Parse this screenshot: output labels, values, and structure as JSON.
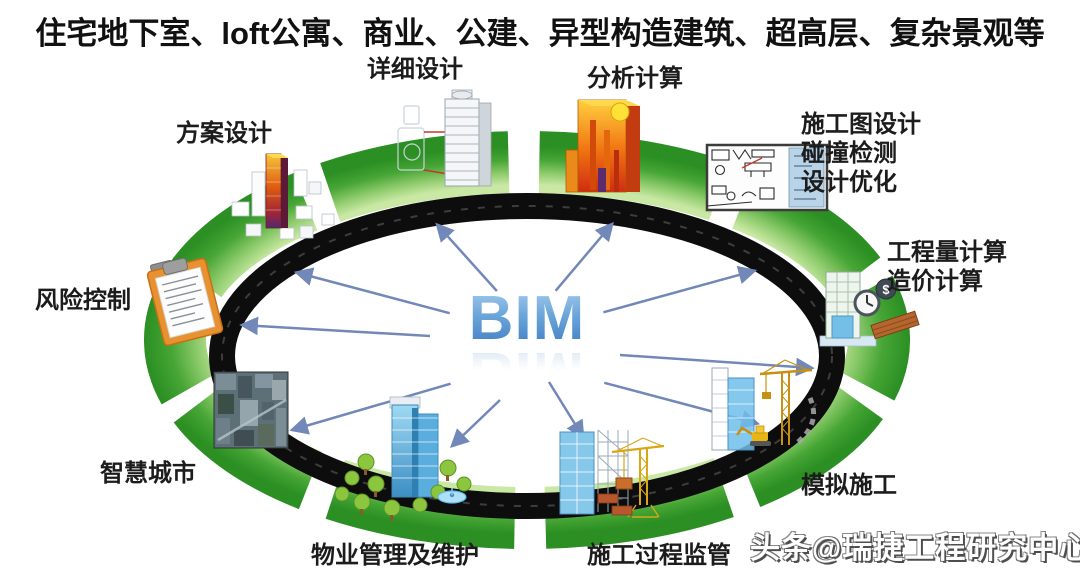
{
  "title": "住宅地下室、loft公寓、商业、公建、异型构造建筑、超高层、复杂景观等",
  "center": {
    "label": "BIM"
  },
  "watermark": "头条@瑞捷工程研究中心",
  "colors": {
    "ring_green": "#3fa43a",
    "ring_black": "#0d0d0d",
    "arrow_blue": "#7288b8",
    "bim_blue_top": "#aed2ef",
    "bim_blue_bottom": "#3a76c0",
    "label_color": "#1c1c1c",
    "watermark_color": "#ffffff"
  },
  "nodes": [
    {
      "id": "scheme-design",
      "label": "方案设计",
      "icon": "building-blocks-icon"
    },
    {
      "id": "detailed-design",
      "label": "详细设计",
      "icon": "skyscraper-model-icon"
    },
    {
      "id": "analysis-calculation",
      "label": "分析计算",
      "icon": "analysis-building-icon"
    },
    {
      "id": "construction-drawing",
      "label": "施工图设计\n碰撞检测\n设计优化",
      "icon": "floor-plan-icon"
    },
    {
      "id": "quantity-cost",
      "label": "工程量计算\n造价计算",
      "icon": "clock-dollar-building-icon"
    },
    {
      "id": "simulate-construction",
      "label": "模拟施工",
      "icon": "crane-construction-icon"
    },
    {
      "id": "process-supervision",
      "label": "施工过程监管",
      "icon": "site-supervision-icon"
    },
    {
      "id": "property-management",
      "label": "物业管理及维护",
      "icon": "towers-trees-icon"
    },
    {
      "id": "smart-city",
      "label": "智慧城市",
      "icon": "city-aerial-photo-icon"
    },
    {
      "id": "risk-control",
      "label": "风险控制",
      "icon": "clipboard-icon"
    }
  ]
}
